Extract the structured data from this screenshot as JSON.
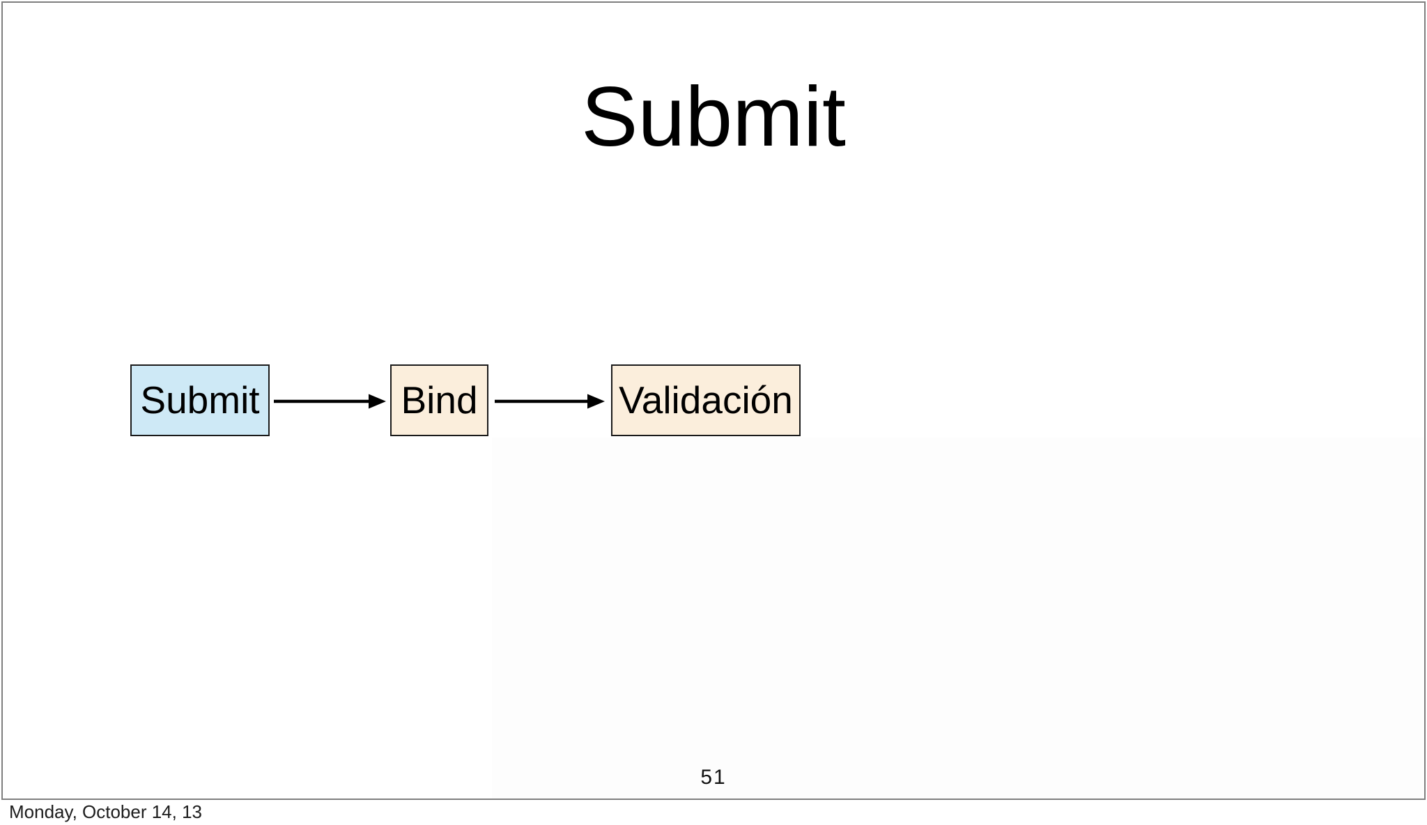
{
  "slide": {
    "title": "Submit",
    "page_number": "51",
    "footer_date": "Monday, October 14, 13"
  },
  "diagram": {
    "nodes": [
      {
        "id": "submit",
        "label": "Submit",
        "fill": "#cee9f6"
      },
      {
        "id": "bind",
        "label": "Bind",
        "fill": "#fbeedc"
      },
      {
        "id": "validacion",
        "label": "Validación",
        "fill": "#fbeedc"
      }
    ],
    "connections": [
      {
        "from": "Submit",
        "to": "Bind"
      },
      {
        "from": "Bind",
        "to": "Validación"
      }
    ],
    "arrow_color": "#000000",
    "node_border_color": "#1a1a1a"
  },
  "colors": {
    "background": "#ffffff",
    "slide_border": "#7e7e7e",
    "text": "#000000"
  }
}
